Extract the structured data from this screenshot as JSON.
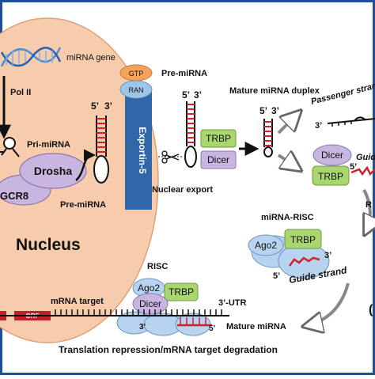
{
  "labels": {
    "mirna_gene": "miRNA gene",
    "pol2": "Pol II",
    "pri_mirna": "Pri-miRNA",
    "drosha": "Drosha",
    "dgcr8": "GCR8",
    "pre_mirna_left": "Pre-miRNA",
    "nucleus": "Nucleus",
    "five_prime": "5’",
    "three_prime": "3’",
    "gtp": "GTP",
    "ran": "RAN",
    "exportin": "Exportin-5",
    "pre_mirna_top": "Pre-miRNA",
    "nuclear_export": "Nuclear export",
    "trbp": "TRBP",
    "dicer": "Dicer",
    "mature_duplex": "Mature miRNA duplex",
    "passenger_strand": "Passenger stran",
    "guide_partial": "Guid",
    "mirna_risc": "miRNA-RISC",
    "ago2": "Ago2",
    "guide_strand": "Guide strand",
    "risc": "RISC",
    "mrna_target": "mRNA target",
    "orf": "ORF",
    "three_utr": "3’-UTR",
    "mature_mirna": "Mature miRNA",
    "translation_repression": "Translation repression/mRNA target degradation"
  },
  "colors": {
    "nucleus_fill": "#f7ccad",
    "nucleus_stroke": "#d9a27a",
    "protein_purple": "#c9b6e0",
    "protein_purple_stroke": "#8d76b0",
    "trbp_green": "#a9d66e",
    "trbp_green_stroke": "#6c9a3a",
    "ago_blue": "#b7d3ef",
    "ago_blue_stroke": "#6d94c4",
    "exportin_blue": "#2f67a8",
    "gtp_orange": "#f5a25a",
    "ran_blue": "#9dc6e8",
    "rna_red": "#d0202a",
    "mrna_red": "#c0202a",
    "frame_blue": "#1f4e9a",
    "text_dark": "#111111"
  }
}
